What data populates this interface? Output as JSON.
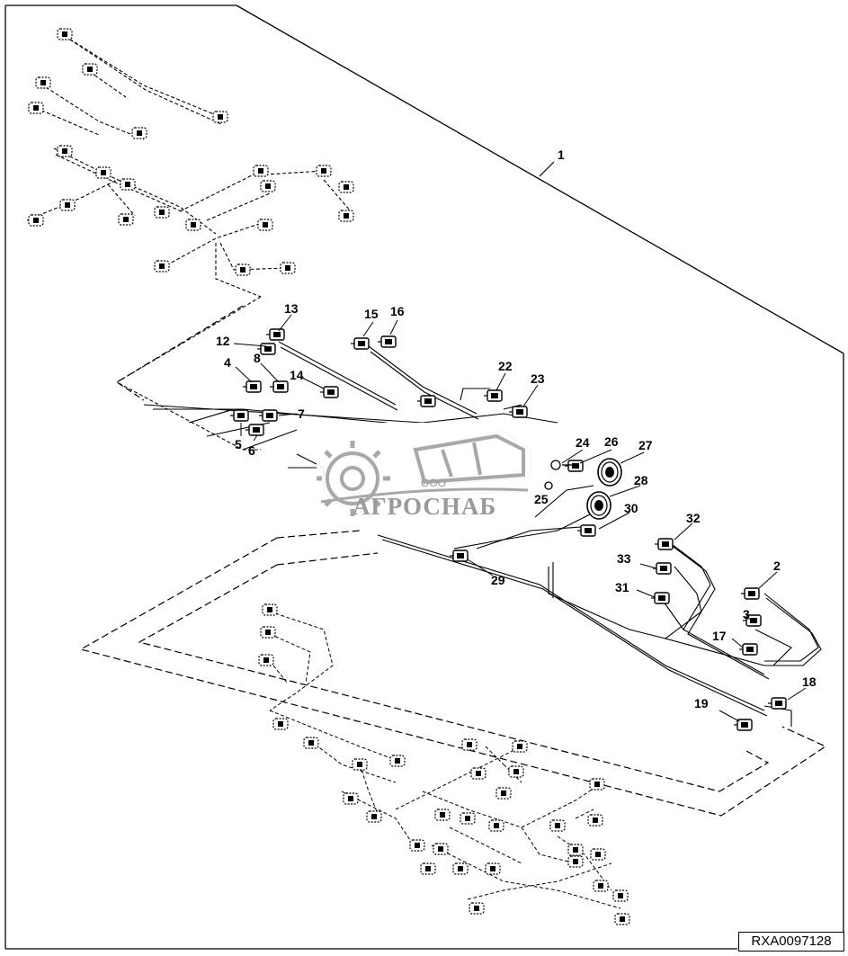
{
  "figure": {
    "reference_code": "RXA0097128"
  },
  "watermark": {
    "company_prefix": "ООО",
    "company_name": "АГРОСНАБ"
  },
  "callouts": {
    "c1": "1",
    "c2": "2",
    "c3": "3",
    "c4": "4",
    "c5": "5",
    "c6": "6",
    "c7": "7",
    "c8": "8",
    "c12": "12",
    "c13": "13",
    "c14": "14",
    "c15": "15",
    "c16": "16",
    "c17": "17",
    "c18": "18",
    "c19": "19",
    "c22": "22",
    "c23": "23",
    "c24": "24",
    "c25": "25",
    "c26": "26",
    "c27": "27",
    "c28": "28",
    "c29": "29",
    "c30": "30",
    "c31": "31",
    "c32": "32",
    "c33": "33"
  }
}
